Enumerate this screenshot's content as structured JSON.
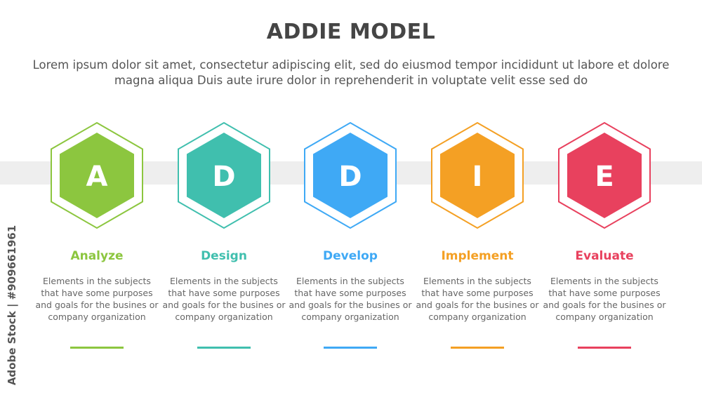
{
  "title": "ADDIE MODEL",
  "subtitle": "Lorem ipsum dolor sit amet, consectetur adipiscing elit, sed do eiusmod tempor incididunt ut labore et dolore magna aliqua Duis aute irure dolor in reprehenderit in voluptate velit esse sed do",
  "watermark": "Adobe Stock | #909661961",
  "steps": [
    {
      "letter": "A",
      "label": "Analyze",
      "color": "#8cc63f",
      "description": "Elements in the subjects that have some purposes and goals for the  busines or company organization"
    },
    {
      "letter": "D",
      "label": "Design",
      "color": "#40bfae",
      "description": "Elements in the subjects that have some purposes and goals for the  busines or company organization"
    },
    {
      "letter": "D",
      "label": "Develop",
      "color": "#3fa9f5",
      "description": "Elements in the subjects that have some purposes and goals for the  busines or company organization"
    },
    {
      "letter": "I",
      "label": "Implement",
      "color": "#f4a024",
      "description": "Elements in the subjects that have some purposes and goals for the  busines or company organization"
    },
    {
      "letter": "E",
      "label": "Evaluate",
      "color": "#e8415e",
      "description": "Elements in the subjects that have some purposes and goals for the  busines or company organization"
    }
  ]
}
